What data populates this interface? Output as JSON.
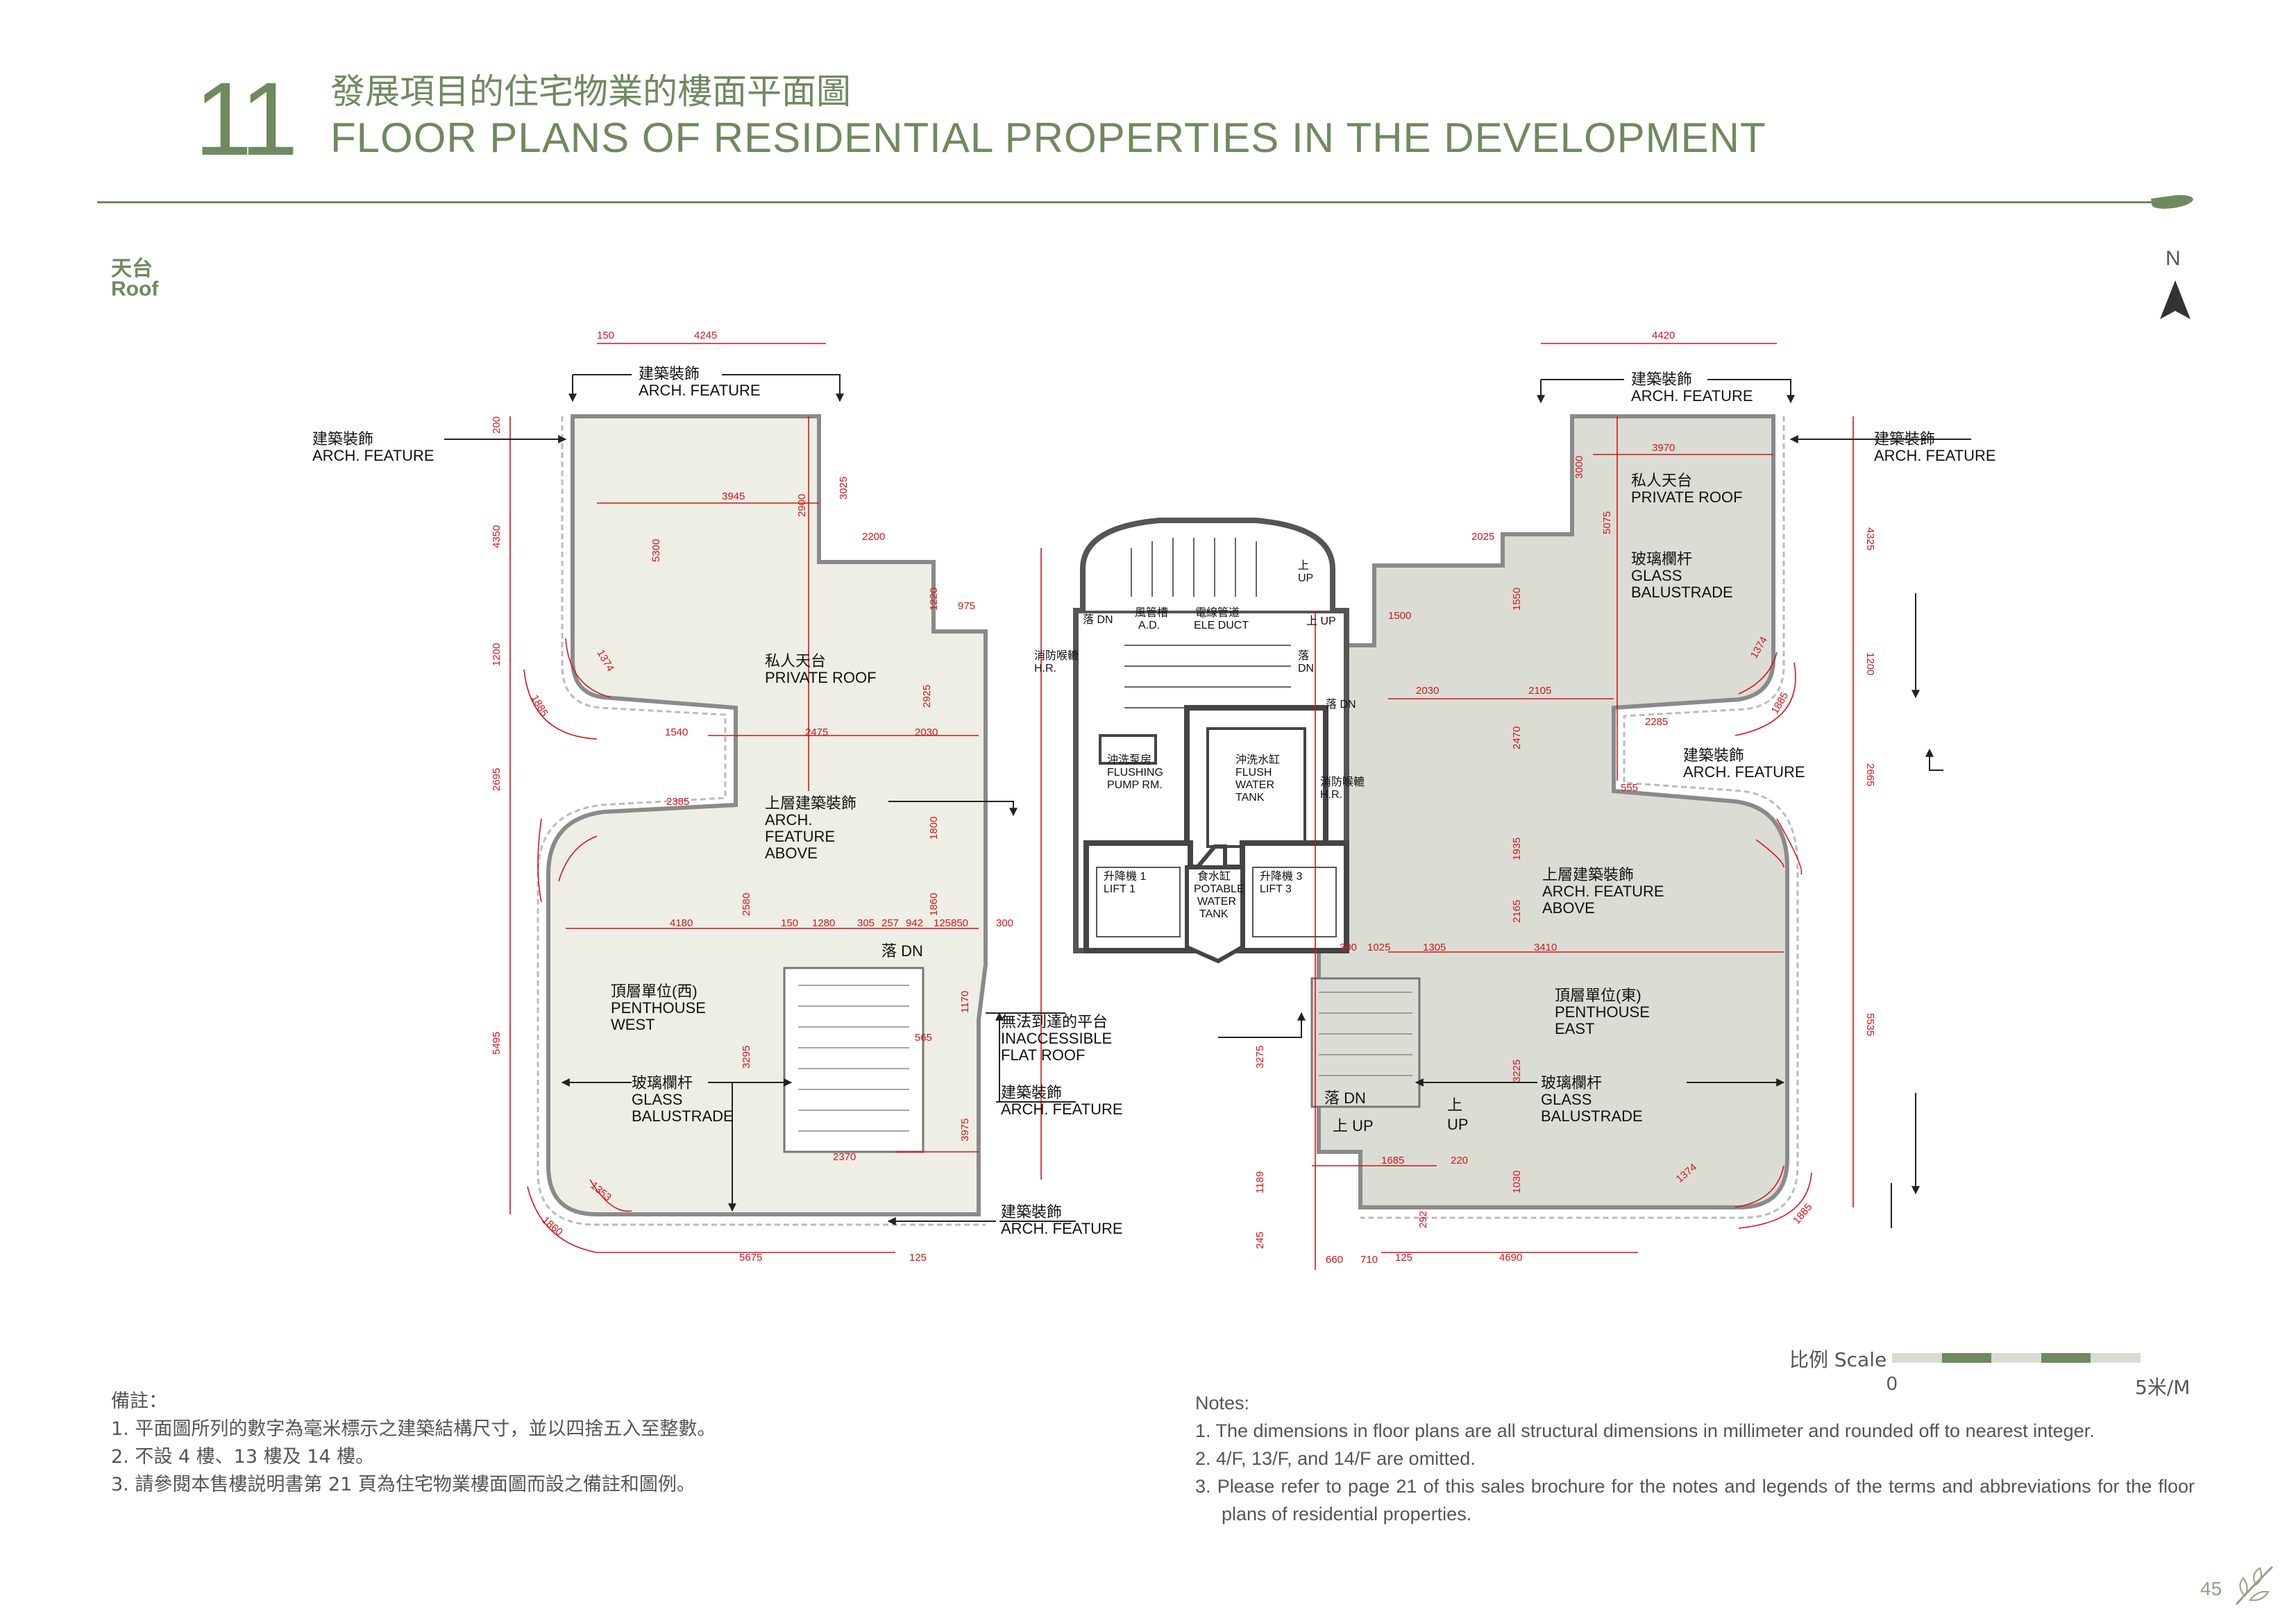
{
  "header": {
    "section_number": "11",
    "title_zh": "發展項目的住宅物業的樓面平面圖",
    "title_en": "FLOOR PLANS OF RESIDENTIAL PROPERTIES IN THE DEVELOPMENT"
  },
  "floor": {
    "label_zh": "天台",
    "label_en": "Roof"
  },
  "compass": {
    "label": "N"
  },
  "plan_labels": {
    "arch_feature_zh": "建築裝飾",
    "arch_feature_en": "ARCH. FEATURE",
    "private_roof_zh": "私人天台",
    "private_roof_en": "PRIVATE ROOF",
    "arch_above_zh": "上層建築裝飾",
    "arch_above_en_1": "ARCH.",
    "arch_above_en_2": "FEATURE",
    "arch_above_en_3": "ABOVE",
    "arch_above_en_east_1": "ARCH. FEATURE",
    "arch_above_en_east_2": "ABOVE",
    "penthouse_west_zh": "頂層單位(西)",
    "penthouse_west_en_1": "PENTHOUSE",
    "penthouse_west_en_2": "WEST",
    "penthouse_east_zh": "頂層單位(東)",
    "penthouse_east_en_1": "PENTHOUSE",
    "penthouse_east_en_2": "EAST",
    "glass_zh": "玻璃欄杆",
    "glass_en_1": "GLASS",
    "glass_en_2": "BALUSTRADE",
    "inaccessible_zh": "無法到達的平台",
    "inaccessible_en_1": "INACCESSIBLE",
    "inaccessible_en_2": "FLAT ROOF",
    "hose_reel_zh": "消防喉轆",
    "hose_reel_en": "H.R.",
    "flushing_pump_zh": "沖洗泵房",
    "flushing_pump_en_1": "FLUSHING",
    "flushing_pump_en_2": "PUMP RM.",
    "flush_tank_zh": "沖洗水缸",
    "flush_tank_en_1": "FLUSH",
    "flush_tank_en_2": "WATER",
    "flush_tank_en_3": "TANK",
    "potable_zh": "食水缸",
    "potable_en_1": "POTABLE",
    "potable_en_2": "WATER",
    "potable_en_3": "TANK",
    "lift1_zh": "升降機 1",
    "lift1_en": "LIFT 1",
    "lift3_zh": "升降機 3",
    "lift3_en": "LIFT 3",
    "ad_zh": "風管槽",
    "ad_en": "A.D.",
    "ele_zh": "電線管道",
    "ele_en": "ELE DUCT",
    "up_zh": "上",
    "up_en": "UP",
    "up_both": "上 UP",
    "down_zh": "落",
    "down_en": "DN",
    "down_both": "落 DN"
  },
  "dimensions": {
    "d150": "150",
    "d4245": "4245",
    "d4420": "4420",
    "d200": "200",
    "d125": "125",
    "d3945": "3945",
    "d3970": "3970",
    "d3025": "3025",
    "d3000": "3000",
    "d2900": "2900",
    "d5300": "5300",
    "d5075": "5075",
    "d4350": "4350",
    "d4325": "4325",
    "d2200": "2200",
    "d2025": "2025",
    "d1220": "1220",
    "d975": "975",
    "d1500": "1500",
    "d1550": "1550",
    "d1374": "1374",
    "d1200": "1200",
    "d1885": "1885",
    "d1540": "1540",
    "d2475": "2475",
    "d2030": "2030",
    "d2105": "2105",
    "d2285": "2285",
    "d2470": "2470",
    "d2695": "2695",
    "d2665": "2665",
    "d2925": "2925",
    "d2385": "2385",
    "d555": "555",
    "d1935": "1935",
    "d1800": "1800",
    "d4180": "4180",
    "d1280": "1280",
    "d305": "305",
    "d257": "257",
    "d942": "942",
    "d850": "850",
    "d300": "300",
    "d1025": "1025",
    "d1305": "1305",
    "d3410": "3410",
    "d2580": "2580",
    "d1860": "1860",
    "d2165": "2165",
    "d5495": "5495",
    "d5535": "5535",
    "d3295": "3295",
    "d3225": "3225",
    "d565": "565",
    "d1170": "1170",
    "d3275": "3275",
    "d2370": "2370",
    "d1685": "1685",
    "d220": "220",
    "d3975": "3975",
    "d1189": "1189",
    "d1030": "1030",
    "d1353": "1353",
    "d1860b": "1860",
    "d5675": "5675",
    "d245": "245",
    "d660": "660",
    "d710": "710",
    "d4690": "4690",
    "d292": "292"
  },
  "scale": {
    "label": "比例 Scale",
    "min": "0",
    "max": "5米/M",
    "colors": [
      "#d9dcd2",
      "#6f8a5e"
    ]
  },
  "notes_zh": {
    "heading": "備註：",
    "items": [
      "1. 平面圖所列的數字為毫米標示之建築結構尺寸，並以四捨五入至整數。",
      "2. 不設 4 樓、13 樓及 14 樓。",
      "3. 請參閱本售樓説明書第 21 頁為住宅物業樓面圖而設之備註和圖例。"
    ]
  },
  "notes_en": {
    "heading": "Notes:",
    "items": [
      "1.  The dimensions in floor plans are all structural dimensions in millimeter and rounded off to nearest integer.",
      "2.  4/F, 13/F, and 14/F are omitted.",
      "3.  Please refer to page 21 of this sales brochure for the notes and legends of the terms and abbreviations for the floor plans of residential properties."
    ]
  },
  "page_number": "45",
  "colors": {
    "brand": "#6f8a5e",
    "west_fill": "#eeeee4",
    "east_fill": "#dbddd5",
    "dimension": "#d4141b",
    "wall": "#8a8a8a"
  }
}
